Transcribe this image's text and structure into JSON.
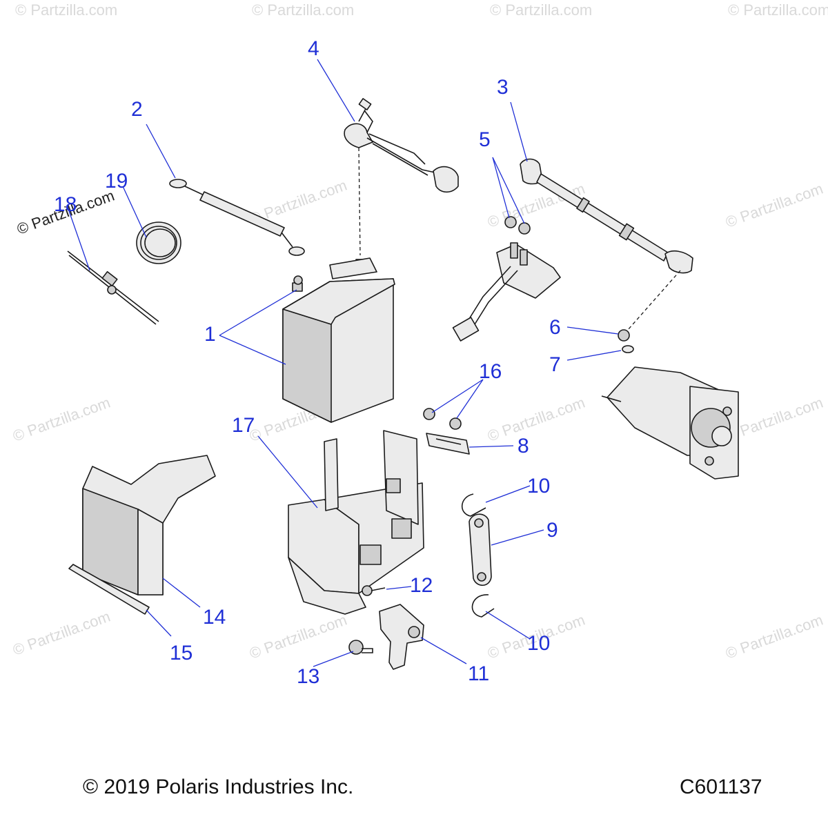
{
  "callouts": [
    "1",
    "2",
    "3",
    "4",
    "5",
    "6",
    "7",
    "8",
    "9",
    "10",
    "11",
    "12",
    "13",
    "14",
    "15",
    "16",
    "17",
    "18",
    "19",
    "10"
  ],
  "watermark": "© Partzilla.com",
  "footer": {
    "copyright": "© 2019 Polaris Industries Inc.",
    "figure_code": "C601137"
  },
  "colors": {
    "callout": "#1f2fd6",
    "line_art": "#1a1a1a",
    "part_fill": "#ebebeb",
    "watermark": "#d9d9d9"
  }
}
